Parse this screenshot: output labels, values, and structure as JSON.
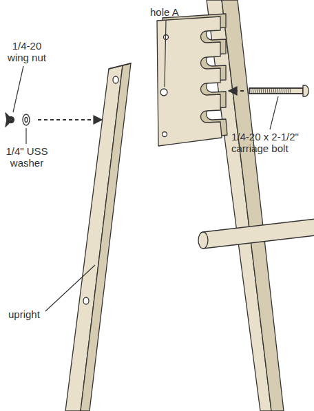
{
  "diagram": {
    "labels": [
      "hole A",
      "1/4-20 wing nut",
      "1/4\" USS washer",
      "1/4-20 x 2-1/2\" carriage bolt",
      "upright"
    ]
  }
}
